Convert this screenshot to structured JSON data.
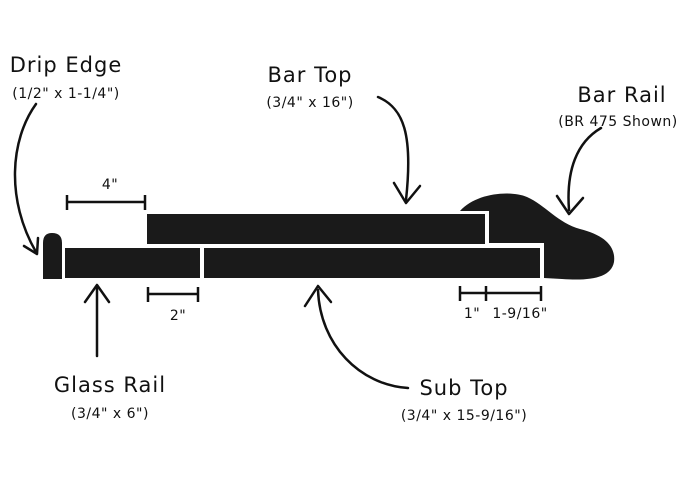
{
  "labels": {
    "drip_edge": {
      "title": "Drip Edge",
      "size": "(1/2\" x 1-1/4\")"
    },
    "bar_top": {
      "title": "Bar Top",
      "size": "(3/4\" x 16\")"
    },
    "bar_rail": {
      "title": "Bar Rail",
      "size": "(BR 475 Shown)"
    },
    "glass_rail": {
      "title": "Glass Rail",
      "size": "(3/4\" x 6\")"
    },
    "sub_top": {
      "title": "Sub Top",
      "size": "(3/4\" x 15-9/16\")"
    }
  },
  "dimensions": {
    "overhang": "4\"",
    "glass_rail_gap": "2\"",
    "rail_offset": "1\"",
    "rail_width": "1-9/16\""
  },
  "colors": {
    "ink": "#111111",
    "piece": "#1a1a1a",
    "background": "#ffffff"
  }
}
